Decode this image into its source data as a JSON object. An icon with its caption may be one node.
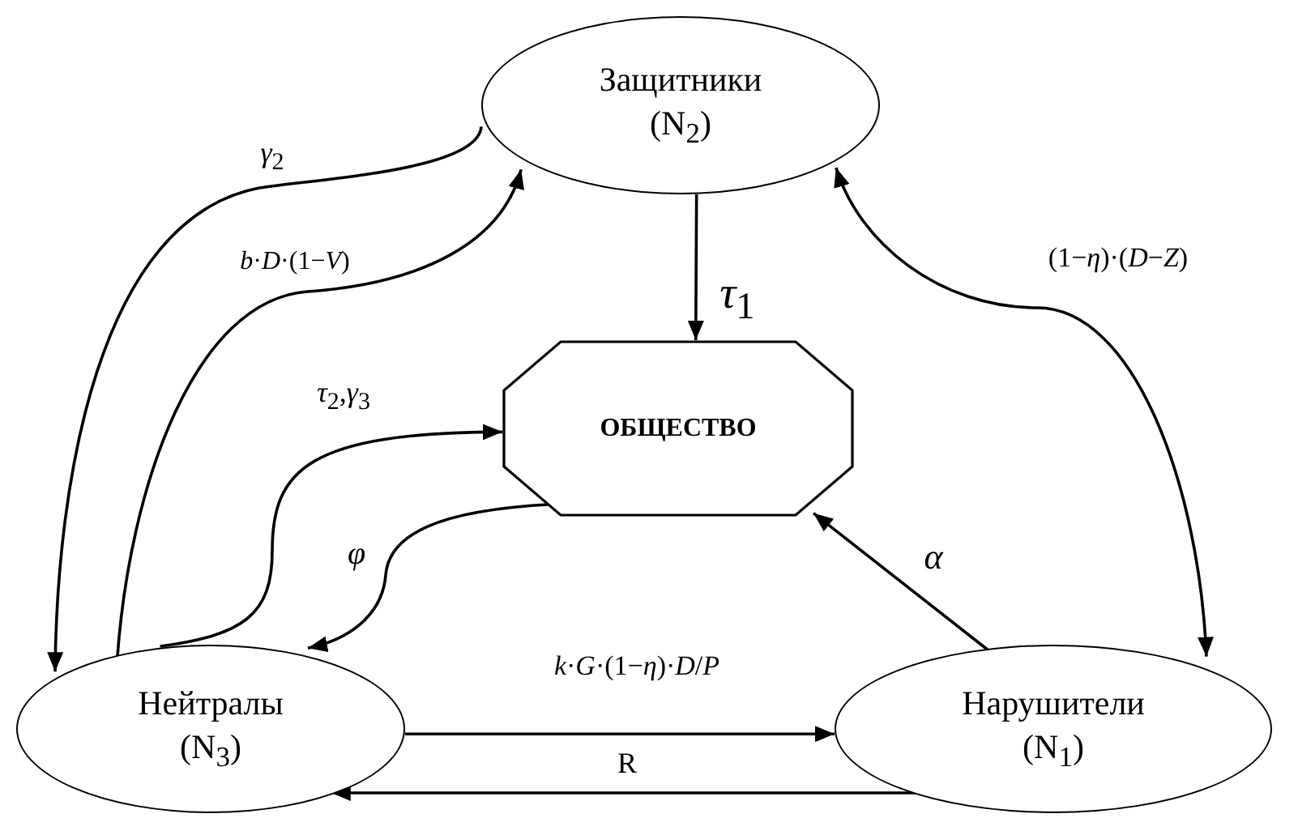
{
  "diagram": {
    "nodes": [
      {
        "text": [
          "Защитники",
          "(N$_{2}$)"
        ]
      },
      {
        "text": [
          "ОБЩЕСТВО"
        ]
      },
      {
        "text": [
          "Нейтралы",
          "(N$_{3}$)"
        ]
      },
      {
        "text": [
          "Нарушители",
          "(N$_{1}$)"
        ]
      }
    ],
    "edges": [
      {
        "from": 0,
        "to": 2,
        "arrow": "to",
        "label": "*γ*$_{2}$"
      },
      {
        "from": 2,
        "to": 0,
        "arrow": "to",
        "label": "*b*·*D*·(1−*V*)"
      },
      {
        "from": 0,
        "to": 1,
        "arrow": "to",
        "label": "*τ*$_{1}$"
      },
      {
        "from": 2,
        "to": 1,
        "arrow": "to",
        "label": "*τ*$_{2}$,*γ*$_{3}$"
      },
      {
        "from": 1,
        "to": 2,
        "arrow": "to",
        "label": "*φ*"
      },
      {
        "from": 3,
        "to": 1,
        "arrow": "to",
        "label": "*α*"
      },
      {
        "from": 3,
        "to": 0,
        "arrow": "both",
        "label": "(1−*η*)·(*D*−*Z*)"
      },
      {
        "from": 2,
        "to": 3,
        "arrow": "to",
        "label": "*k*·*G*·(1−*η*)·*D*/*P*"
      },
      {
        "from": 3,
        "to": 2,
        "arrow": "to",
        "label": "R"
      }
    ]
  }
}
